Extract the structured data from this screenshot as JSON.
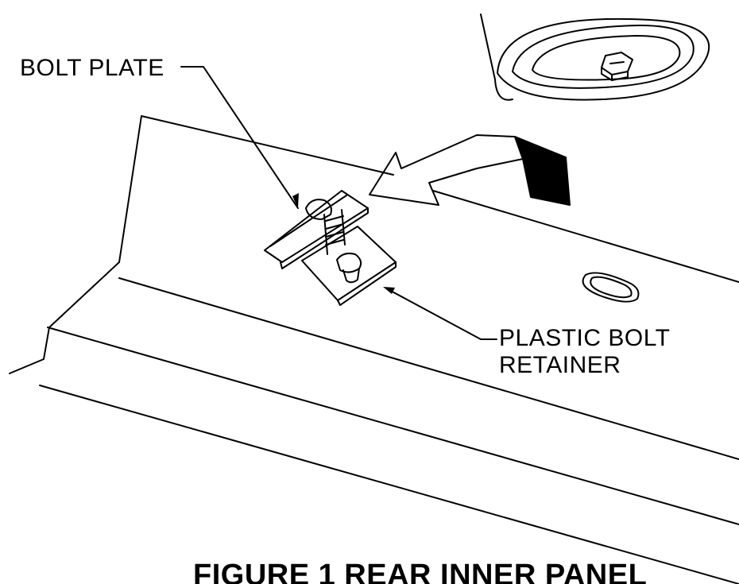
{
  "callouts": {
    "bolt_plate": "BOLT PLATE",
    "plastic_bolt_retainer_line1": "PLASTIC BOLT",
    "plastic_bolt_retainer_line2": "RETAINER"
  },
  "caption": "FIGURE 1 REAR INNER PANEL",
  "colors": {
    "line": "#000000",
    "background": "#ffffff"
  }
}
